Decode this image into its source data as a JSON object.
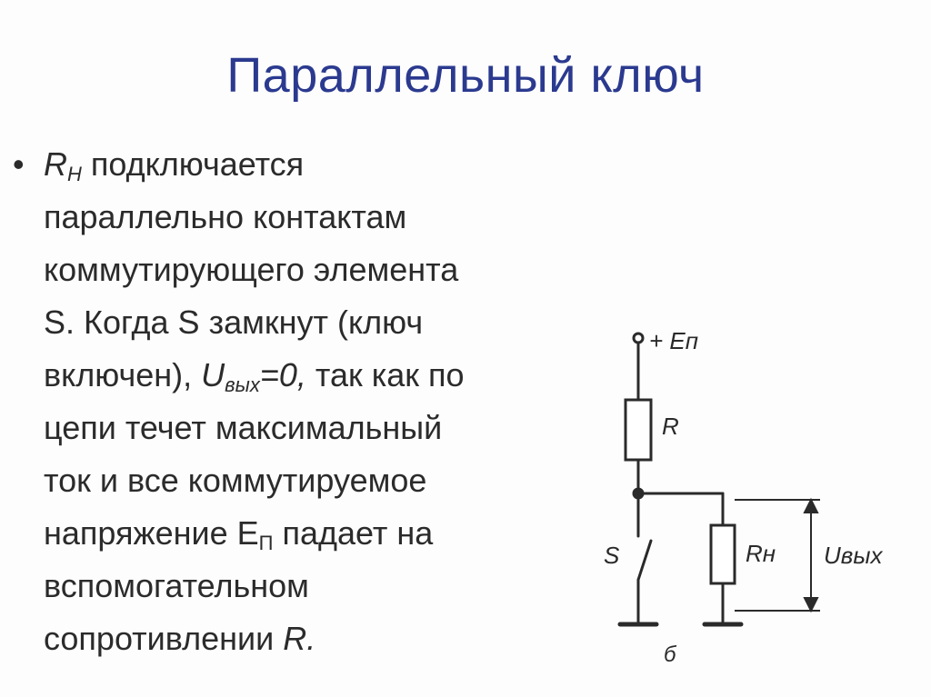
{
  "slide": {
    "title": "Параллельный ключ",
    "bullet": {
      "symbol": "•",
      "r_main": "R",
      "r_sub": "Н",
      "l1_rest": " подключается",
      "l2": "параллельно контактам",
      "l3": "коммутирующего элемента",
      "l4": "S. Когда S замкнут (ключ",
      "l5_a": "включен), ",
      "u_main": "U",
      "u_sub": "вых",
      "u_eq": "=0,",
      "l5_b": " так как по",
      "l6": "цепи течет максимальный",
      "l7": "ток и все коммутируемое",
      "l8_a": "напряжение Е",
      "e_sub": "П",
      "l8_b": " падает на",
      "l9": "вспомогательном",
      "l10_a": "сопротивлении ",
      "l10_r": "R."
    }
  },
  "circuit": {
    "supply_label": "+ Eп",
    "r_label": "R",
    "rn_label": "Rн",
    "switch_label": "S",
    "uout_label": "Uвых",
    "bottom_label": "б"
  },
  "colors": {
    "title": "#2b3a8f",
    "text": "#2b2b2b",
    "circuit_line": "#2a2a2a"
  }
}
